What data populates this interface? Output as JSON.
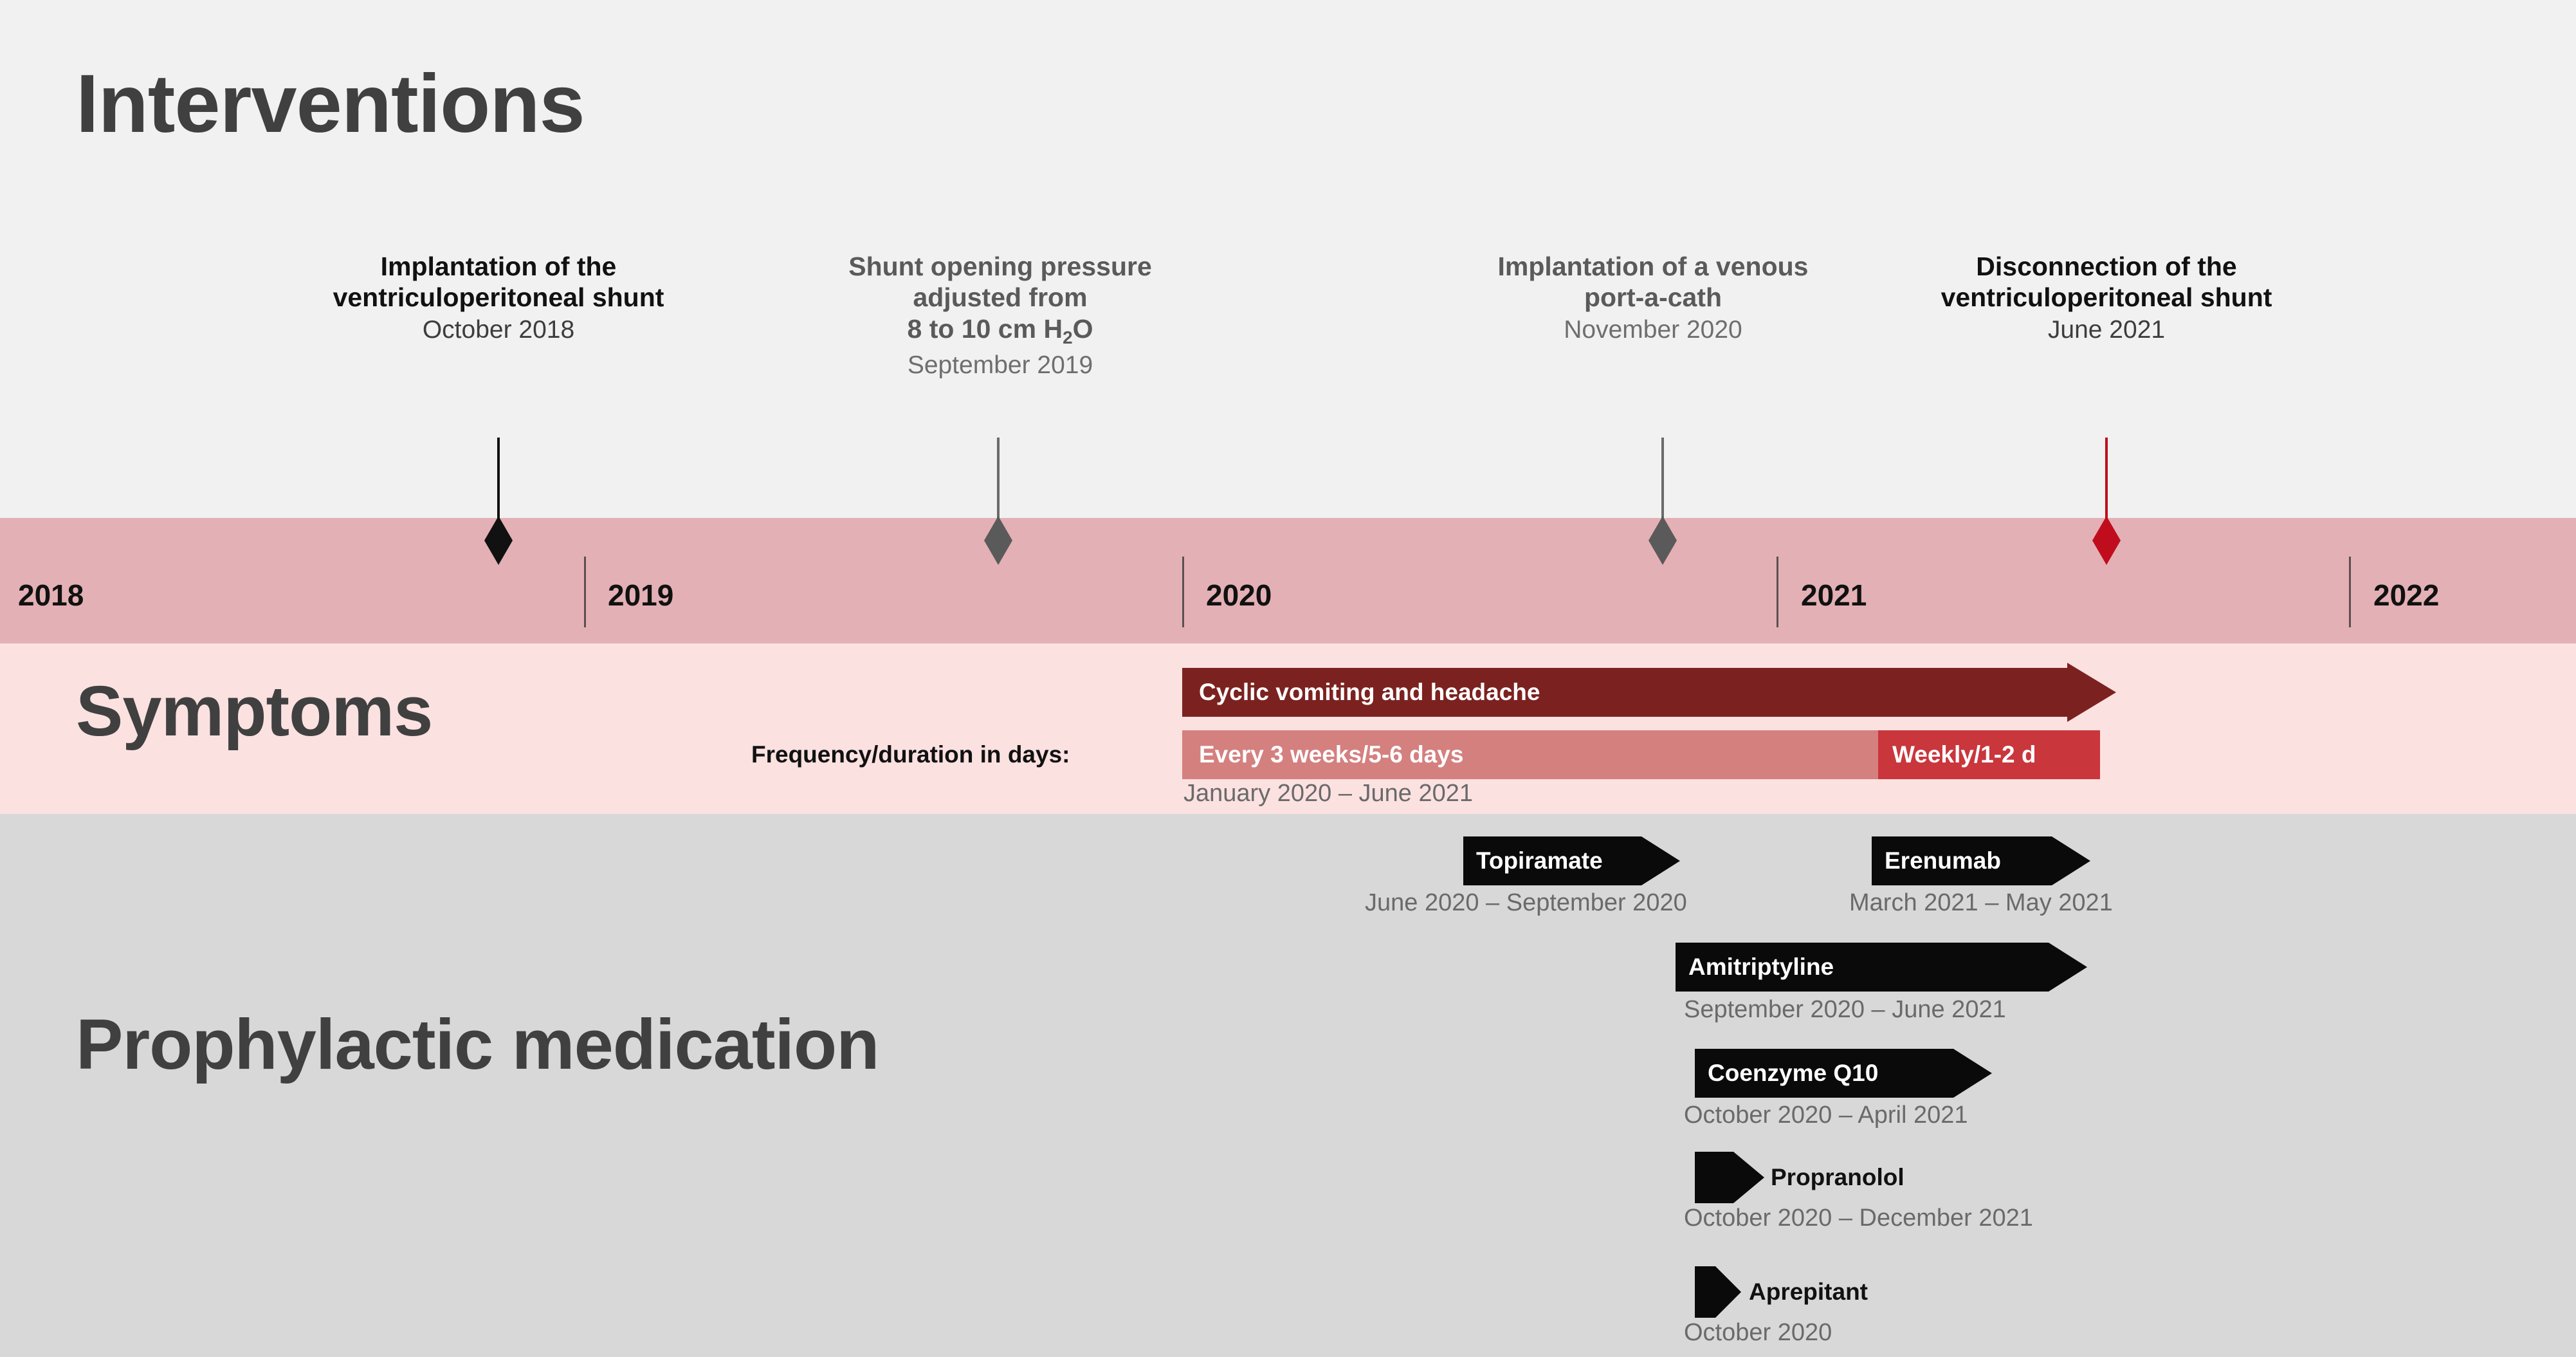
{
  "sections": {
    "interventions": {
      "title": "Interventions",
      "bg": "#f1f1f1"
    },
    "symptoms": {
      "title": "Symptoms",
      "bg": "#fce1e1"
    },
    "medication": {
      "title": "Prophylactic medication",
      "bg": "#d8d8d8"
    },
    "timeline": {
      "bg": "#e3b0b5"
    }
  },
  "timeline": {
    "years": [
      "2018",
      "2019",
      "2020",
      "2021",
      "2022"
    ],
    "ticks": [
      {
        "year": "2018",
        "has_tick": false
      },
      {
        "year": "2019",
        "has_tick": true
      },
      {
        "year": "2020",
        "has_tick": true
      },
      {
        "year": "2021",
        "has_tick": true
      },
      {
        "year": "2022",
        "has_tick": true
      }
    ]
  },
  "interventions": [
    {
      "title": "Implantation of the ventriculoperitoneal shunt",
      "date": "October 2018",
      "color": "#111111",
      "style": "dark"
    },
    {
      "title_line1": "Shunt opening pressure",
      "title_line2": "adjusted from",
      "title_line3_pre": "8 to 10 cm H",
      "title_line3_sub": "2",
      "title_line3_post": "O",
      "title": "Shunt opening pressure adjusted from 8 to 10 cm H2O",
      "date": "September 2019",
      "color": "#5a5a5a",
      "style": "grey"
    },
    {
      "title": "Implantation of a venous port-a-cath",
      "date": "November 2020",
      "color": "#5a5a5a",
      "style": "grey"
    },
    {
      "title": "Disconnection of the ventriculoperitoneal shunt",
      "date": "June 2021",
      "color": "#c00d1e",
      "style": "red"
    }
  ],
  "symptoms": {
    "frequency_label": "Frequency/duration in days:",
    "main_arrow": {
      "label": "Cyclic vomiting and headache",
      "color": "#7b2220"
    },
    "frequency_segments": [
      {
        "label": "Every 3 weeks/5-6 days",
        "color": "#d4807f"
      },
      {
        "label": "Weekly/1-2 d",
        "color": "#c9363c"
      }
    ],
    "caption": "January 2020 – June 2021"
  },
  "medications": [
    {
      "name": "Topiramate",
      "caption": "June 2020 – September 2020",
      "label_inside": true
    },
    {
      "name": "Erenumab",
      "caption": "March 2021 – May 2021",
      "label_inside": true
    },
    {
      "name": "Amitriptyline",
      "caption": "September 2020 – June 2021",
      "label_inside": true
    },
    {
      "name": "Coenzyme Q10",
      "caption": "October 2020 – April 2021",
      "label_inside": true
    },
    {
      "name": "Propranolol",
      "caption": "October 2020 – December 2021",
      "label_inside": false
    },
    {
      "name": "Aprepitant",
      "caption": "October 2020",
      "label_inside": false
    }
  ],
  "colors": {
    "arrow_black": "#0a0a0a",
    "marker_black": "#111111",
    "marker_grey": "#5a5a5a",
    "marker_red": "#c00d1e",
    "symptom_dark": "#7b2220",
    "symptom_mid": "#d4807f",
    "symptom_strong": "#c9363c"
  }
}
